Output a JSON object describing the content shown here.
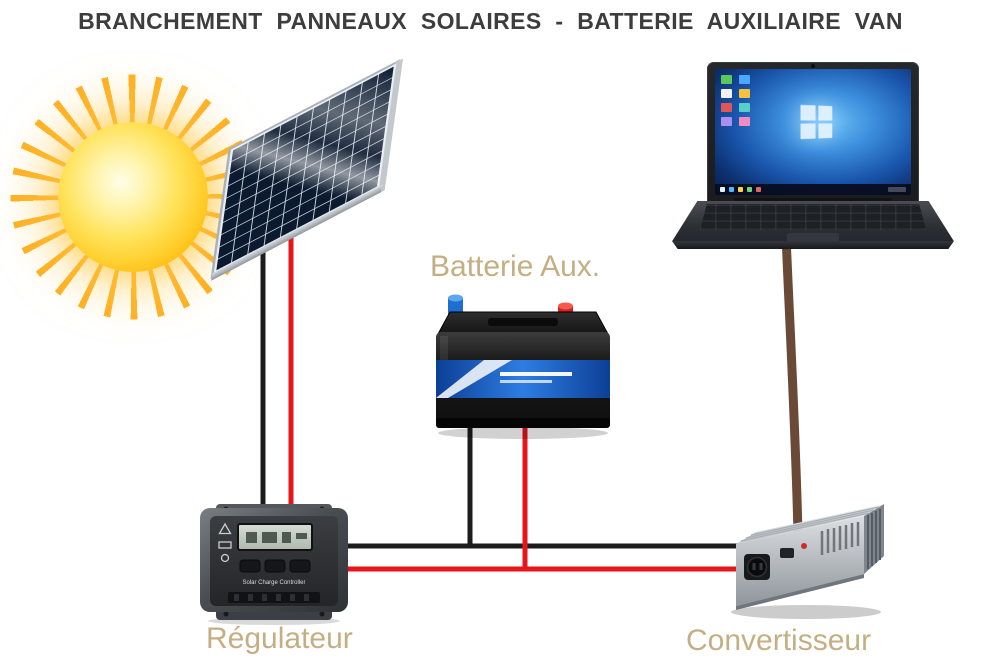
{
  "title": "BRANCHEMENT PANNEAUX SOLAIRES - BATTERIE AUXILIAIRE VAN",
  "labels": {
    "battery": "Batterie Aux.",
    "regulator": "Régulateur",
    "inverter": "Convertisseur"
  },
  "device_details": {
    "regulator": {
      "caption": "Solar Charge Controller"
    }
  },
  "devices": {
    "sun": "sun",
    "solar_panel": "solar-panel",
    "laptop": "laptop-with-windows-desktop",
    "battery": "auxiliary-battery",
    "regulator": "solar-charge-controller",
    "inverter": "power-inverter"
  },
  "connections": [
    {
      "from": "solar-panel",
      "to": "regulator",
      "wires": [
        "red",
        "black"
      ]
    },
    {
      "from": "regulator",
      "to": "battery",
      "wires": [
        "red",
        "black"
      ]
    },
    {
      "from": "battery",
      "to": "inverter",
      "wires": [
        "red",
        "black"
      ]
    },
    {
      "from": "laptop",
      "to": "inverter",
      "wires": [
        "brown-power-cord"
      ]
    }
  ],
  "colors": {
    "title_text": "#3d3d3d",
    "label_text": "#c5ae82",
    "wire_red": "#e4151b",
    "wire_black": "#1c1c1c",
    "cord_brown": "#6a4a36",
    "panel_cell_blue": "#0b1a2e",
    "battery_band_blue": "#1a5fc8",
    "sun_core": "#ffcf2e"
  },
  "icons": {
    "windows_logo": "four-pane-window",
    "warning_icon": "triangle-outline",
    "battery_icon": "battery-outline",
    "lamp_icon": "circle-outline"
  }
}
